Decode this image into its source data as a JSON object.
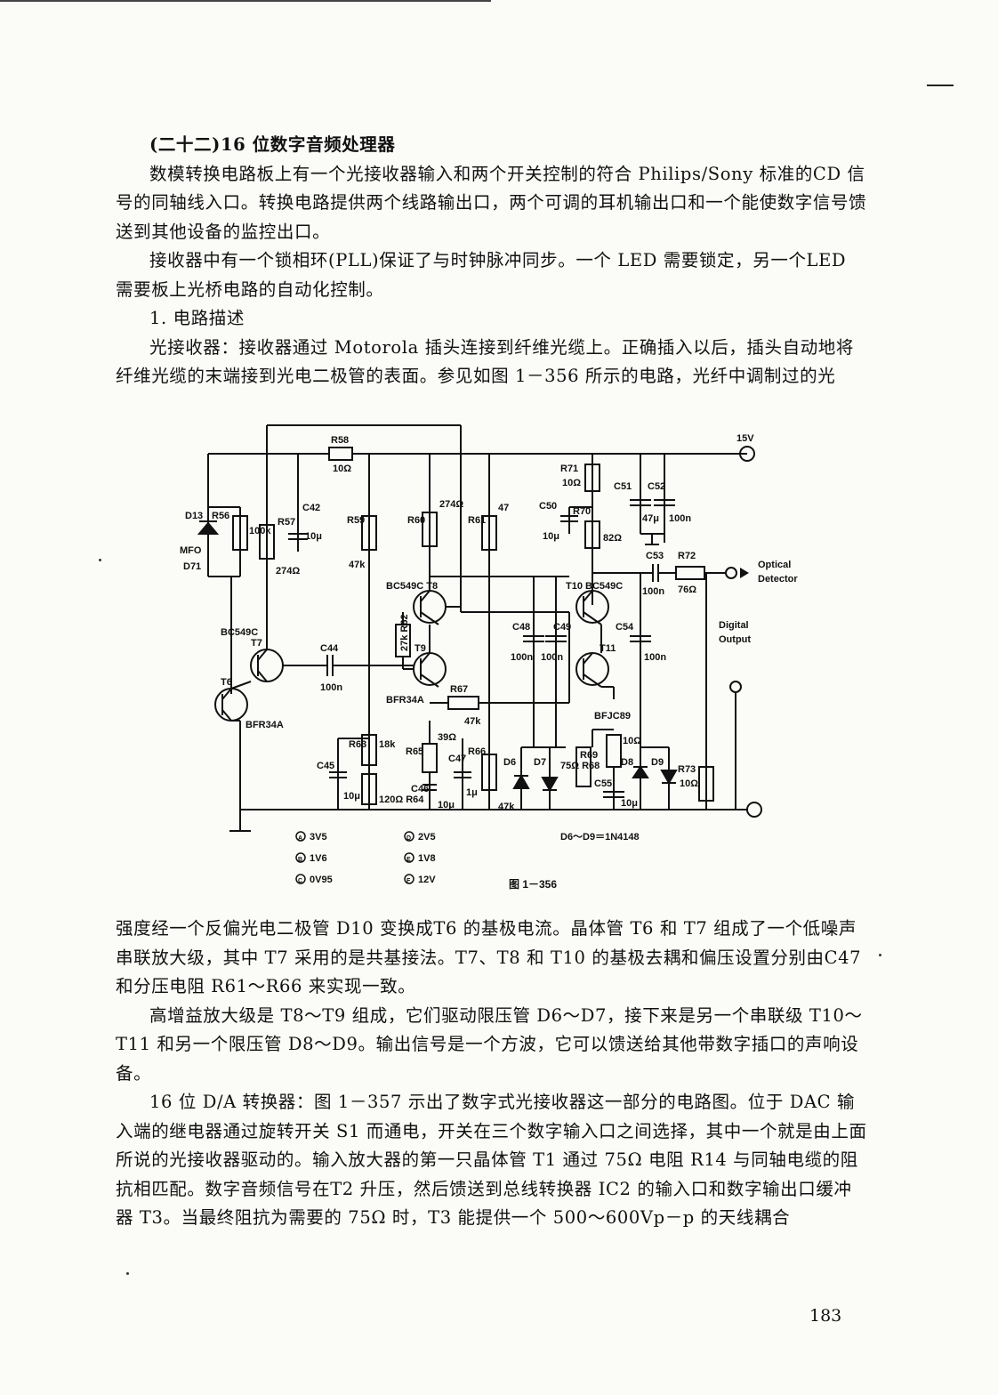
{
  "heading": "(二十二)16 位数字音频处理器",
  "paragraphs_top": [
    "数模转换电路板上有一个光接收器输入和两个开关控制的符合 Philips/Sony 标准的CD 信号的同轴线入口。转换电路提供两个线路输出口，两个可调的耳机输出口和一个能使数字信号馈送到其他设备的监控出口。",
    "接收器中有一个锁相环(PLL)保证了与时钟脉冲同步。一个 LED 需要锁定，另一个LED 需要板上光桥电路的自动化控制。"
  ],
  "section_title": "1. 电路描述",
  "paragraph_receiver": "光接收器：接收器通过 Motorola 插头连接到纤维光缆上。正确插入以后，插头自动地将纤维光缆的末端接到光电二极管的表面。参见如图 1－356 所示的电路，光纤中调制过的光",
  "paragraphs_bottom": [
    "强度经一个反偏光电二极管 D10 变换成T6 的基极电流。晶体管 T6 和 T7 组成了一个低噪声串联放大级，其中 T7 采用的是共基接法。T7、T8 和 T10 的基极去耦和偏压设置分别由C47 和分压电阻 R61～R66 来实现一致。",
    "高增益放大级是 T8～T9 组成，它们驱动限压管 D6～D7，接下来是另一个串联级 T10～T11 和另一个限压管 D8～D9。输出信号是一个方波，它可以馈送给其他带数字插口的声响设备。",
    "16 位 D/A 转换器：图 1－357 示出了数字式光接收器这一部分的电路图。位于 DAC 输入端的继电器通过旋转开关 S1 而通电，开关在三个数字输入口之间选择，其中一个就是由上面所说的光接收器驱动的。输入放大器的第一只晶体管 T1 通过 75Ω 电阻 R14 与同轴电缆的阻抗相匹配。数字音频信号在T2 升压，然后馈送到总线转换器 IC2 的输入口和数字输出口缓冲器 T3。当最终阻抗为需要的 75Ω 时，T3 能提供一个 500～600Vp－p 的天线耦合"
  ],
  "page_number": "183",
  "schematic": {
    "caption": "图 1－356",
    "supply_label": "15V",
    "optical_label_1": "Optical",
    "optical_label_2": "Detector",
    "digital_output_1": "Digital",
    "digital_output_2": "Output",
    "diode_note": "D6～D9＝1N4148",
    "voltage_legend": [
      {
        "mark": "A",
        "value": "3V5"
      },
      {
        "mark": "B",
        "value": "1V6"
      },
      {
        "mark": "C",
        "value": "0V95"
      },
      {
        "mark": "D",
        "value": "2V5"
      },
      {
        "mark": "E",
        "value": "1V8"
      },
      {
        "mark": "F",
        "value": "12V"
      }
    ],
    "labels": {
      "R58": "R58",
      "R58v": "10Ω",
      "D13": "D13",
      "R56": "R56",
      "R56v": "100k",
      "MFO": "MFO",
      "D71": "D71",
      "R57": "R57",
      "R57v": "274Ω",
      "C42": "C42",
      "C42v": "10μ",
      "R59": "R59",
      "R59v": "47k",
      "R60": "R60",
      "R60v": "274Ω",
      "R61": "R61",
      "R61v": "47",
      "R71": "R71",
      "R71v": "10Ω",
      "C50": "C50",
      "C50v": "10μ",
      "R70": "R70",
      "R70v": "82Ω",
      "C51": "C51",
      "C52": "C52",
      "C51v": "47μ",
      "C52v": "100n",
      "C53": "C53",
      "C53v": "100n",
      "R72": "R72",
      "R72v": "76Ω",
      "T8": "BC549C T8",
      "T10": "T10 BC549C",
      "T7": "BC549C",
      "T7n": "T7",
      "T6": "T6",
      "T6t": "BFR34A",
      "C44": "C44",
      "C44v": "100n",
      "R62": "27k R62",
      "T9": "T9",
      "T9t": "BFR34A",
      "C48": "C48",
      "C49": "C49",
      "C48v": "100n",
      "C49v": "100n",
      "T11": "T11",
      "T11t": "BFJC89",
      "C54": "C54",
      "C54v": "100n",
      "R67": "R67",
      "R67v": "47k",
      "C45": "C45",
      "C45v": "10μ",
      "R63": "R63",
      "R63v": "18k",
      "R64": "120Ω R64",
      "R65": "R65",
      "R65v": "39Ω",
      "C46": "C46",
      "C46v": "10μ",
      "C47": "C47",
      "C47v": "1μ",
      "R66": "R66",
      "R66v": "47k",
      "D6": "D6",
      "D7": "D7",
      "R68": "75Ω R68",
      "R69": "R69",
      "R69v": "10Ω",
      "C55": "C55",
      "C55v": "10μ",
      "D8": "D8",
      "D9": "D9",
      "R73": "R73",
      "R73v": "10Ω"
    }
  }
}
